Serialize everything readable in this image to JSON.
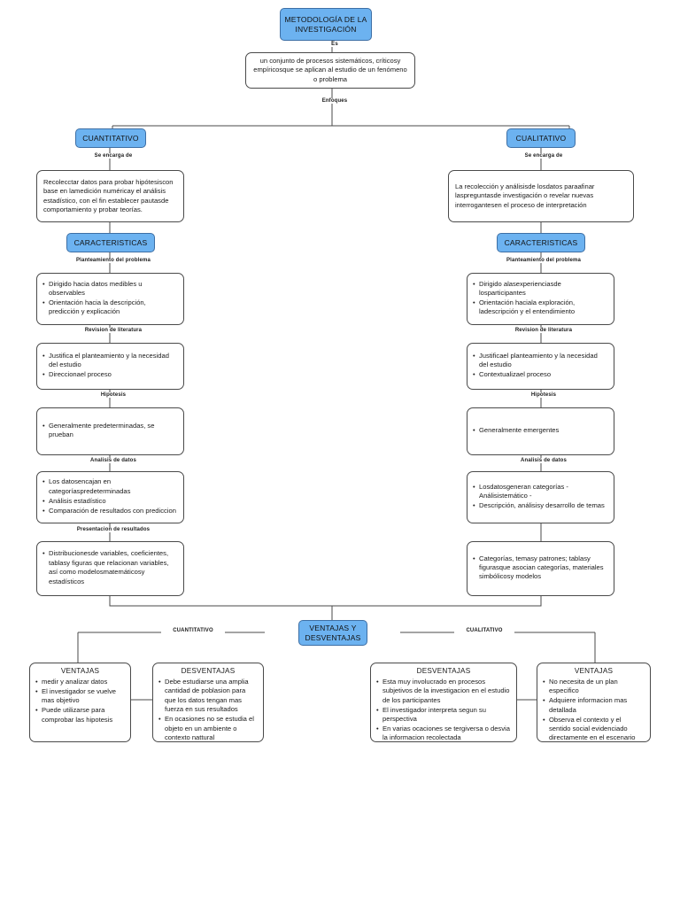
{
  "diagram": {
    "title": "METODOLOGÍA DE LA INVESTIGACIÓN",
    "accent_color": "#6cb2f0",
    "border_color": "#4a4a4a",
    "background_color": "#ffffff"
  },
  "root": {
    "label": "METODOLOGÍA DE LA INVESTIGACIÓN"
  },
  "edge_labels": {
    "es": "Es",
    "enfoques": "Enfoques",
    "se_encarga_de_left": "Se encarga de",
    "se_encarga_de_right": "Se encarga de",
    "planteamiento_left": "Planteamiento del problema",
    "planteamiento_right": "Planteamiento del problema",
    "revision_left": "Revision de literatura",
    "revision_right": "Revision de literatura",
    "hipotesis_left": "Hipotesis",
    "hipotesis_right": "Hipotesis",
    "analisis_left": "Analisis de datos",
    "analisis_right": "Analisis de datos",
    "presentacion_left": "Presentacion de resultados",
    "cuantitativo_bottom": "CUANTITATIVO",
    "cualitativo_bottom": "CUALITATIVO"
  },
  "definition": {
    "text": "un conjunto de procesos sistemáticos, críticosy empíricosque se aplican al estudio de un fenómeno o problema"
  },
  "quantitative": {
    "heading": "CUANTITATIVO",
    "description": "Recolecctar datos para probar hipótesiscon base en lamedición numéricay el análisis estadístico, con el fin establecer pautasde comportamiento y probar teorías.",
    "characteristics_heading": "CARACTERISTICAS",
    "planteamiento_items": [
      "Dirigido hacia datos medibles u observables",
      "Orientación hacia la descripción, predicción y explicación"
    ],
    "revision_items": [
      "Justifica el planteamiento y la necesidad del estudio",
      "Direccionael proceso"
    ],
    "hipotesis_items": [
      "Generalmente predeterminadas, se prueban"
    ],
    "analisis_items": [
      "Los datosencajan en categoríaspredeterminadas",
      "Análisis estadístico",
      "Comparación de resultados con prediccion"
    ],
    "presentacion_items": [
      "Distribucionesde variables, coeficientes, tablasy figuras que relacionan variables, así como modelosmatemáticosy estadísticos"
    ]
  },
  "qualitative": {
    "heading": "CUALITATIVO",
    "description": "La recolección y análisisde losdatos paraafinar laspreguntasde investigación o revelar nuevas interrogantesen el proceso de interpretación",
    "characteristics_heading": "CARACTERISTICAS",
    "planteamiento_items": [
      "Dirigido alasexperienciasde losparticipantes",
      "Orientación haciala exploración, ladescripción y el entendimiento"
    ],
    "revision_items": [
      "Justificael planteamiento y la necesidad del estudio",
      "Contextualizael proceso"
    ],
    "hipotesis_items": [
      "Generalmente emergentes"
    ],
    "analisis_items": [
      "Losdatosgeneran categorías - Análisistemático -",
      "Descripción, análisisy desarrollo de temas"
    ],
    "resultados_items": [
      "Categorías, temasy patrones; tablasy figurasque asocian categorías, materiales simbólicosy modelos"
    ]
  },
  "pros_cons": {
    "heading": "VENTAJAS Y DESVENTAJAS",
    "quant_ventajas": {
      "title": "VENTAJAS",
      "items": [
        "medir y analizar datos",
        "El investigador se vuelve mas objetivo",
        "Puede utilizarse para comprobar las hipotesis"
      ]
    },
    "quant_desventajas": {
      "title": "DESVENTAJAS",
      "items": [
        "Debe estudiarse una amplia cantidad de poblasion para que los datos tengan mas fuerza en sus resultados",
        "En ocasiones no se estudia el objeto en un ambiente o contexto nattural"
      ]
    },
    "qual_desventajas": {
      "title": "DESVENTAJAS",
      "items": [
        "Esta muy involucrado en procesos subjetivos de la investigacion en el estudio de los participantes",
        "El investigador interpreta segun su perspectiva",
        "En varias ocaciones se tergiversa o desvia la informacion recolectada"
      ]
    },
    "qual_ventajas": {
      "title": "VENTAJAS",
      "items": [
        "No necesita de un plan especifico",
        "Adquiere informacion mas detallada",
        "Observa el contexto y el sentido social evidenciado directamente en el escenario"
      ]
    }
  }
}
